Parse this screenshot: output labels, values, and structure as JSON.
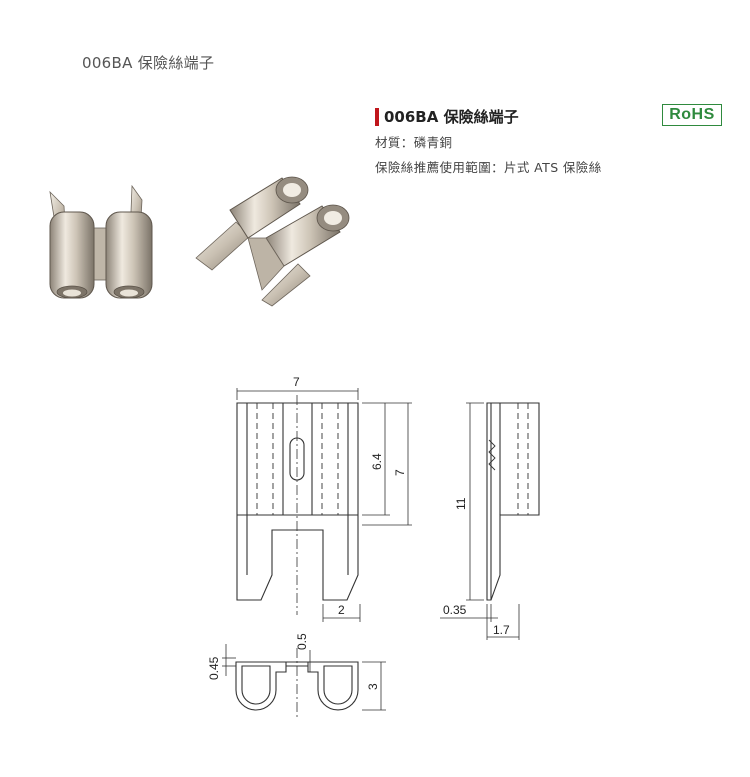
{
  "page": {
    "title": "006BA 保險絲端子"
  },
  "spec": {
    "title": "006BA 保險絲端子",
    "material": "材質：磷青銅",
    "usage": "保險絲推薦使用範圍：片式 ATS 保險絲",
    "badge": "RoHS"
  },
  "drawing": {
    "dims": {
      "width_top": "7",
      "height_64": "6.4",
      "height_7": "7",
      "leg_2": "2",
      "height_11": "11",
      "thk_035": "0.35",
      "depth_17": "1.7",
      "gap_045": "0.45",
      "gap_05": "0.5",
      "height_3": "3"
    }
  },
  "colors": {
    "accent": "#c0161c",
    "rohs": "#2f8a3e",
    "line": "#333333"
  }
}
